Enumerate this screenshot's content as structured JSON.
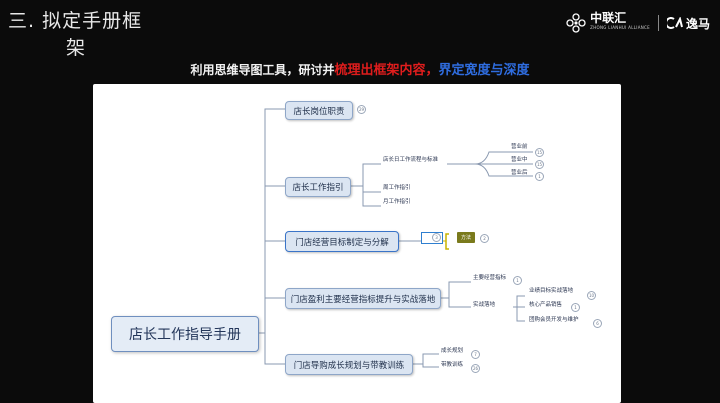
{
  "slide": {
    "title_line1": "三.  拟定手册框",
    "title_line2": "架",
    "subtitle_prefix": "利用思维导图工具，研讨并",
    "subtitle_red": "梳理出框架内容，",
    "subtitle_blue": "界定宽度与深度"
  },
  "logos": {
    "brand1_name": "中联汇",
    "brand1_sub": "ZHONG LIANHUI ALLIANCE",
    "brand2_name": "逸马"
  },
  "mindmap": {
    "root": "店长工作指导手册",
    "nodes": {
      "n1": "店长岗位职责",
      "n2": "店长工作指引",
      "n3": "门店经营目标制定与分解",
      "n4": "门店盈利主要经营指标提升与实战落地",
      "n5": "门店导购成长规划与带教训练"
    },
    "n2_children": {
      "daily": "店长日工作流程与标准",
      "weekly": "周工作指引",
      "monthly": "月工作指引"
    },
    "daily_children": {
      "pre": "营业前",
      "mid": "营业中",
      "post": "营业后"
    },
    "n3_tag": "方法",
    "n4_children": {
      "indicators": "主要经营指标",
      "landing": "实战落地"
    },
    "landing_children": {
      "a": "业绩目标实战落地",
      "b": "核心产品销售",
      "c": "团购会员开发与维护"
    },
    "n5_children": {
      "plan": "成长规划",
      "train": "带教训练"
    },
    "badges": {
      "n1": "29",
      "pre": "15",
      "mid": "15",
      "post": "1",
      "n3": "2",
      "mini": "3",
      "ind": "1",
      "la": "10",
      "lb": "1",
      "lc": "6",
      "plan": "7",
      "train": "26"
    }
  },
  "colors": {
    "subtitle_red": "#e01d1d",
    "subtitle_blue": "#2f6de0",
    "node_fill": "#dbe5f2",
    "line": "#8a99b0",
    "tag_fill": "#7a7a1c",
    "bracket": "#c8b400"
  }
}
